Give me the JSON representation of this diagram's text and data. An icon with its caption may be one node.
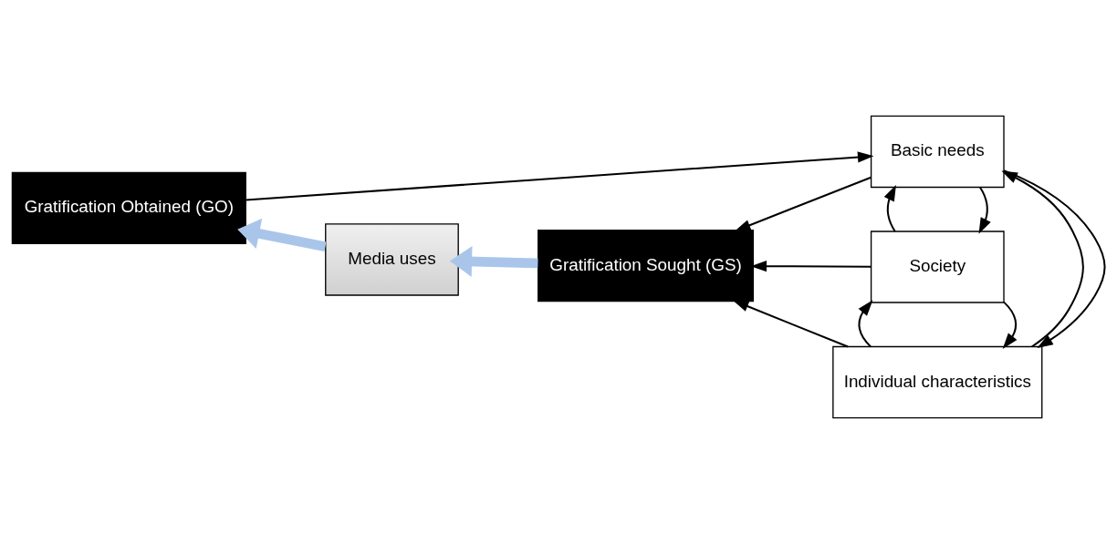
{
  "diagram": {
    "nodes": [
      {
        "text": [
          "Basic needs"
        ]
      },
      {
        "text": [
          "Society"
        ]
      },
      {
        "text": [
          "Individual characteristics"
        ]
      },
      {
        "text": [
          "Gratification Sought (GS)"
        ]
      },
      {
        "text": [
          "Media uses"
        ]
      },
      {
        "text": [
          "Gratification Obtained (GO)"
        ]
      }
    ],
    "edges": [
      {
        "from": 5,
        "to": 0,
        "arrow": "to"
      },
      {
        "from": 0,
        "to": 3,
        "arrow": "to"
      },
      {
        "from": 1,
        "to": 3,
        "arrow": "to"
      },
      {
        "from": 2,
        "to": 3,
        "arrow": "to"
      },
      {
        "from": 3,
        "to": 4,
        "arrow": "to",
        "style": "thick",
        "color": "#a9c6ea"
      },
      {
        "from": 4,
        "to": 5,
        "arrow": "to",
        "style": "thick",
        "color": "#a9c6ea"
      },
      {
        "from": 1,
        "to": 0,
        "arrow": "to"
      },
      {
        "from": 0,
        "to": 1,
        "arrow": "to"
      },
      {
        "from": 2,
        "to": 1,
        "arrow": "to"
      },
      {
        "from": 1,
        "to": 2,
        "arrow": "to"
      },
      {
        "from": 2,
        "to": 0,
        "arrow": "to"
      },
      {
        "from": 0,
        "to": 2,
        "arrow": "to"
      }
    ]
  }
}
